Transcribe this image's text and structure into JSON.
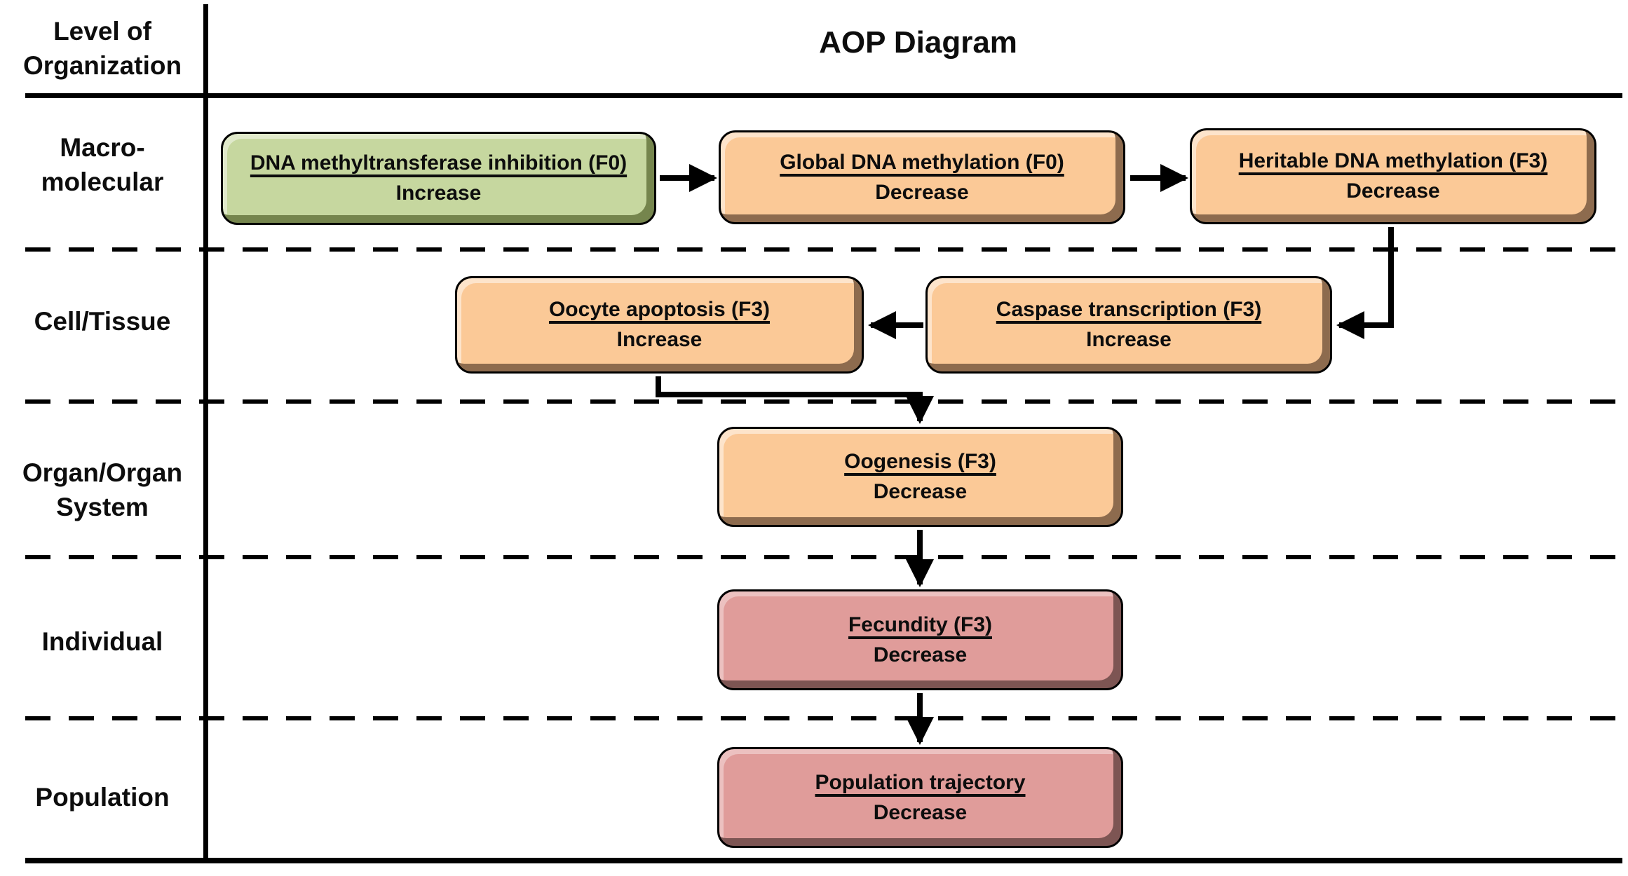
{
  "header": {
    "level_column_label_line1": "Level of",
    "level_column_label_line2": "Organization",
    "diagram_title": "AOP Diagram"
  },
  "levels": [
    {
      "name": "macromolecular",
      "lines": [
        "Macro-",
        "molecular"
      ]
    },
    {
      "name": "cell-tissue",
      "lines": [
        "Cell/Tissue"
      ]
    },
    {
      "name": "organ-system",
      "lines": [
        "Organ/Organ",
        "System"
      ]
    },
    {
      "name": "individual",
      "lines": [
        "Individual"
      ]
    },
    {
      "name": "population",
      "lines": [
        "Population"
      ]
    }
  ],
  "nodes": [
    {
      "title": "DNA methyltransferase inhibition (F0)",
      "direction": "Increase",
      "kind": "molecular-initiating-event",
      "level": "Macro-molecular",
      "fill": "#c6d79f"
    },
    {
      "title": "Global DNA methylation (F0)",
      "direction": "Decrease",
      "kind": "key-event",
      "level": "Macro-molecular",
      "fill": "#fbc997"
    },
    {
      "title": "Heritable DNA methylation (F3)",
      "direction": "Decrease",
      "kind": "key-event",
      "level": "Macro-molecular",
      "fill": "#fbc997"
    },
    {
      "title": "Oocyte apoptosis (F3)",
      "direction": "Increase",
      "kind": "key-event",
      "level": "Cell/Tissue",
      "fill": "#fbc997"
    },
    {
      "title": "Caspase transcription (F3)",
      "direction": "Increase",
      "kind": "key-event",
      "level": "Cell/Tissue",
      "fill": "#fbc997"
    },
    {
      "title": "Oogenesis (F3)",
      "direction": "Decrease",
      "kind": "key-event",
      "level": "Organ/Organ System",
      "fill": "#fbc997"
    },
    {
      "title": "Fecundity (F3)",
      "direction": "Decrease",
      "kind": "adverse-outcome",
      "level": "Individual",
      "fill": "#e09c9a"
    },
    {
      "title": "Population trajectory",
      "direction": "Decrease",
      "kind": "adverse-outcome",
      "level": "Population",
      "fill": "#e09c9a"
    }
  ],
  "edges": [
    "DNA methyltransferase inhibition (F0) -> Global DNA methylation (F0)",
    "Global DNA methylation (F0) -> Heritable DNA methylation (F3)",
    "Heritable DNA methylation (F3) -> Caspase transcription (F3)",
    "Caspase transcription (F3) -> Oocyte apoptosis (F3)",
    "Oocyte apoptosis (F3) -> Oogenesis (F3)",
    "Oogenesis (F3) -> Fecundity (F3)",
    "Fecundity (F3) -> Population trajectory"
  ],
  "colors": {
    "mie_fill": "#c6d79f",
    "ke_fill": "#fbc997",
    "ao_fill": "#e09c9a",
    "line": "#000000",
    "background": "#ffffff"
  }
}
